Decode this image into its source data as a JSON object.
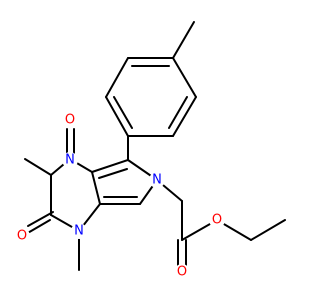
{
  "molecule": {
    "colors": {
      "bond": "#000000",
      "nitrogen": "#0000ff",
      "oxygen": "#ff0000",
      "background": "#ffffff"
    },
    "atoms": [
      {
        "id": "N1",
        "label": "N",
        "element": "nitrogen"
      },
      {
        "id": "N3",
        "label": "N",
        "element": "nitrogen"
      },
      {
        "id": "N6",
        "label": "N",
        "element": "nitrogen"
      },
      {
        "id": "O2",
        "label": "O",
        "element": "oxygen"
      },
      {
        "id": "O4",
        "label": "O",
        "element": "oxygen"
      },
      {
        "id": "Oc",
        "label": "O",
        "element": "oxygen"
      },
      {
        "id": "Oe",
        "label": "O",
        "element": "oxygen"
      }
    ]
  }
}
